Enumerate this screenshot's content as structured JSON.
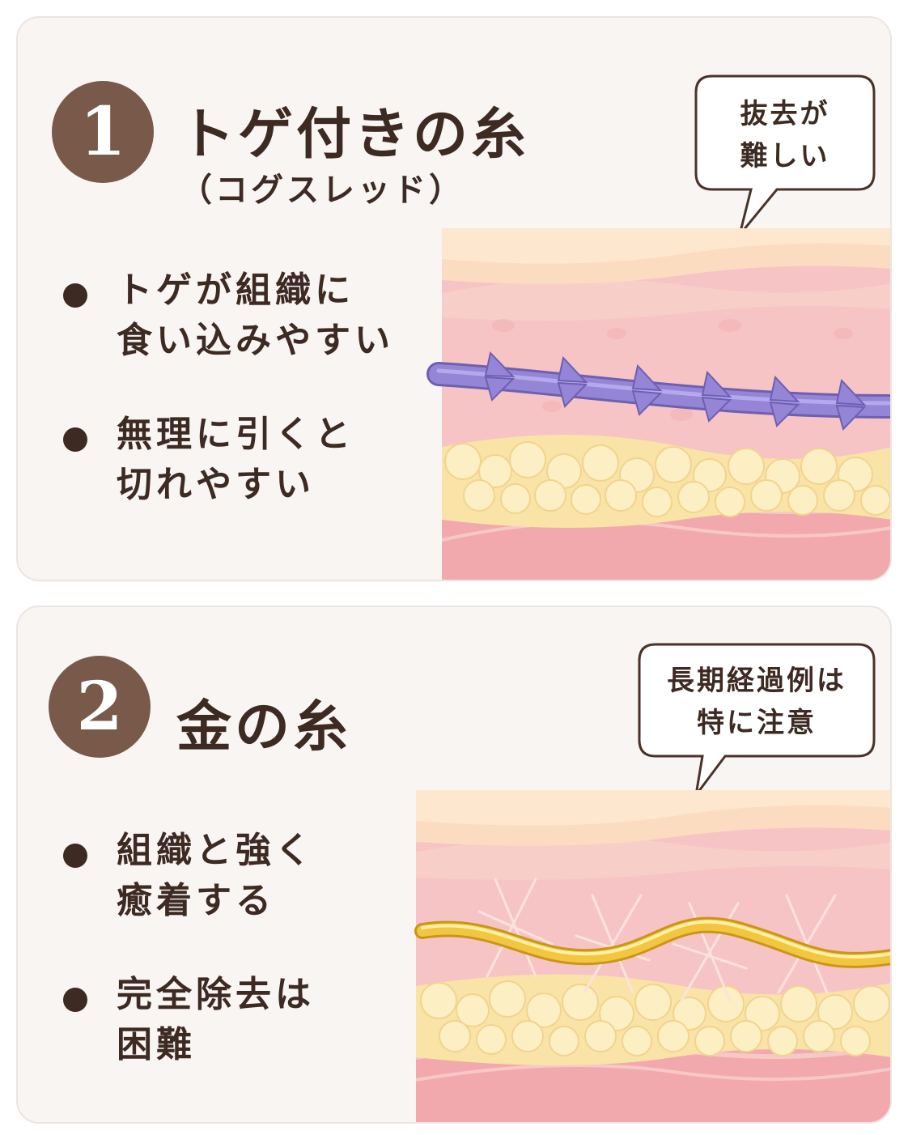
{
  "panels": [
    {
      "number": "1",
      "title": "トゲ付きの糸",
      "subtitle": "（コグスレッド）",
      "bubble": [
        "抜去が",
        "難しい"
      ],
      "bullets": [
        [
          "トゲが組織に",
          "食い込みやすい"
        ],
        [
          "無理に引くと",
          "切れやすい"
        ]
      ],
      "thread_color": "#8f7fd0"
    },
    {
      "number": "2",
      "title": "金の糸",
      "bubble": [
        "長期経過例は",
        "特に注意"
      ],
      "bullets": [
        [
          "組織と強く",
          "癒着する"
        ],
        [
          "完全除去は",
          "困難"
        ]
      ],
      "thread_color": "#e8b830"
    }
  ],
  "colors": {
    "badge": "#78594a",
    "text": "#3d2a22",
    "card_bg": "#f8f5f3",
    "skin_top": "#fbdcc0",
    "dermis": "#f6bfc0",
    "fat": "#f9e6a8",
    "muscle": "#f2a9ad"
  }
}
